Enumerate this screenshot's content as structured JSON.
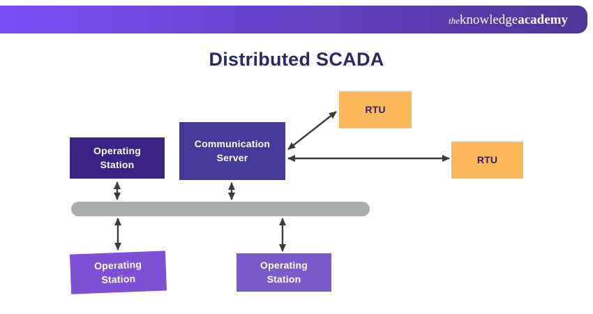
{
  "header": {
    "logo": {
      "prefix": "the",
      "word1": "knowledge",
      "word2": "academy"
    }
  },
  "title": "Distributed SCADA",
  "diagram": {
    "operating_station_top": {
      "label": "Operating\nStation"
    },
    "communication_server": {
      "label": "Communication\nServer"
    },
    "rtu_top": {
      "label": "RTU"
    },
    "rtu_right": {
      "label": "RTU"
    },
    "operating_station_bottom_left": {
      "label": "Operating\nStation"
    },
    "operating_station_bottom_middle": {
      "label": "Operating\nStation"
    },
    "bus": {
      "type": "network-bus"
    },
    "connections": [
      {
        "from": "operating-station-top",
        "to": "network-bus",
        "bidirectional": true
      },
      {
        "from": "communication-server",
        "to": "network-bus",
        "bidirectional": true
      },
      {
        "from": "network-bus",
        "to": "operating-station-bottom-left",
        "bidirectional": true
      },
      {
        "from": "network-bus",
        "to": "operating-station-bottom-middle",
        "bidirectional": true
      },
      {
        "from": "communication-server",
        "to": "rtu-top",
        "bidirectional": true
      },
      {
        "from": "communication-server",
        "to": "rtu-right",
        "bidirectional": true
      }
    ]
  },
  "colors": {
    "header_gradient_from": "#7C4EF8",
    "header_gradient_to": "#4F3596",
    "title_color": "#2B2866",
    "station_dark": "#3A2384",
    "server_purple": "#453A99",
    "rtu_orange": "#FBB95C",
    "rtu_text": "#2D1D7A",
    "station_light_left": "#7D50D6",
    "station_light_mid": "#7A5BC9",
    "bus_gray": "#A9AEAD",
    "arrow_color": "#3B3B3B",
    "text_white": "#FFFFFF"
  }
}
